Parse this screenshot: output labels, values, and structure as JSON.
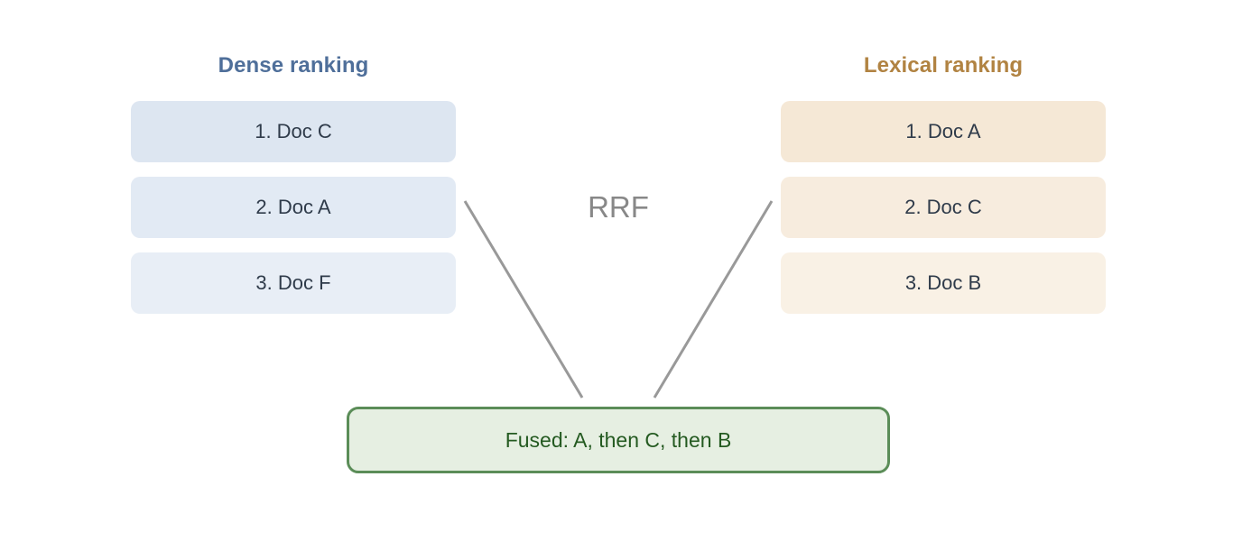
{
  "dense": {
    "title": "Dense ranking",
    "items": [
      "1. Doc C",
      "2. Doc A",
      "3. Doc F"
    ]
  },
  "lexical": {
    "title": "Lexical ranking",
    "items": [
      "1. Doc A",
      "2. Doc C",
      "3. Doc B"
    ]
  },
  "fusion": {
    "method_label": "RRF",
    "result_label": "Fused: A, then C, then B"
  },
  "colors": {
    "dense_title": "#4f6f9a",
    "lexical_title": "#b18342",
    "fused_border": "#5b8d58",
    "fused_text": "#245a21",
    "connector": "#999999"
  }
}
